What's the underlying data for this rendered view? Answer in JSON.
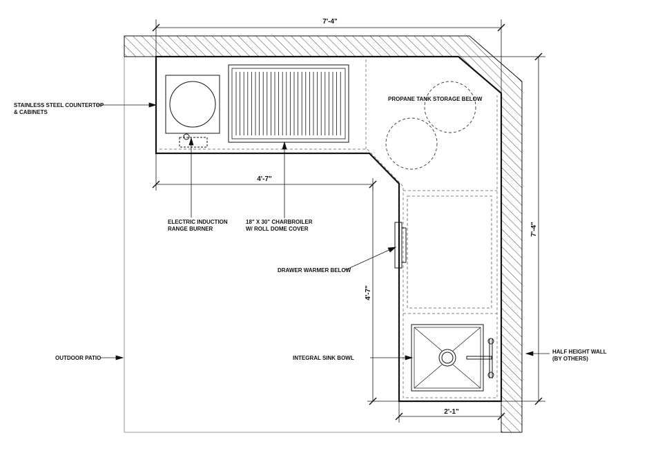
{
  "dimensions": {
    "top_width": "7'-4\"",
    "right_height": "7'-4\"",
    "counter_length": "4'-7\"",
    "leg_length": "4'-7\"",
    "leg_depth": "2'-1\""
  },
  "labels": {
    "countertop": [
      "STAINLESS STEEL COUNTERTOP",
      "& CABINETS"
    ],
    "range_burner": [
      "ELECTRIC INDUCTION",
      "RANGE BURNER"
    ],
    "charbroiler": [
      "18\" X 30\" CHARBROILER",
      "W/ ROLL DOME COVER"
    ],
    "propane": "PROPANE TANK STORAGE BELOW",
    "drawer_warmer": "DRAWER WARMER BELOW",
    "sink": "INTEGRAL SINK BOWL",
    "outdoor_patio": "OUTDOOR PATIO",
    "half_wall": [
      "HALF HEIGHT WALL",
      "(BY OTHERS)"
    ]
  },
  "colors": {
    "line": "#111111",
    "paper": "#ffffff"
  }
}
